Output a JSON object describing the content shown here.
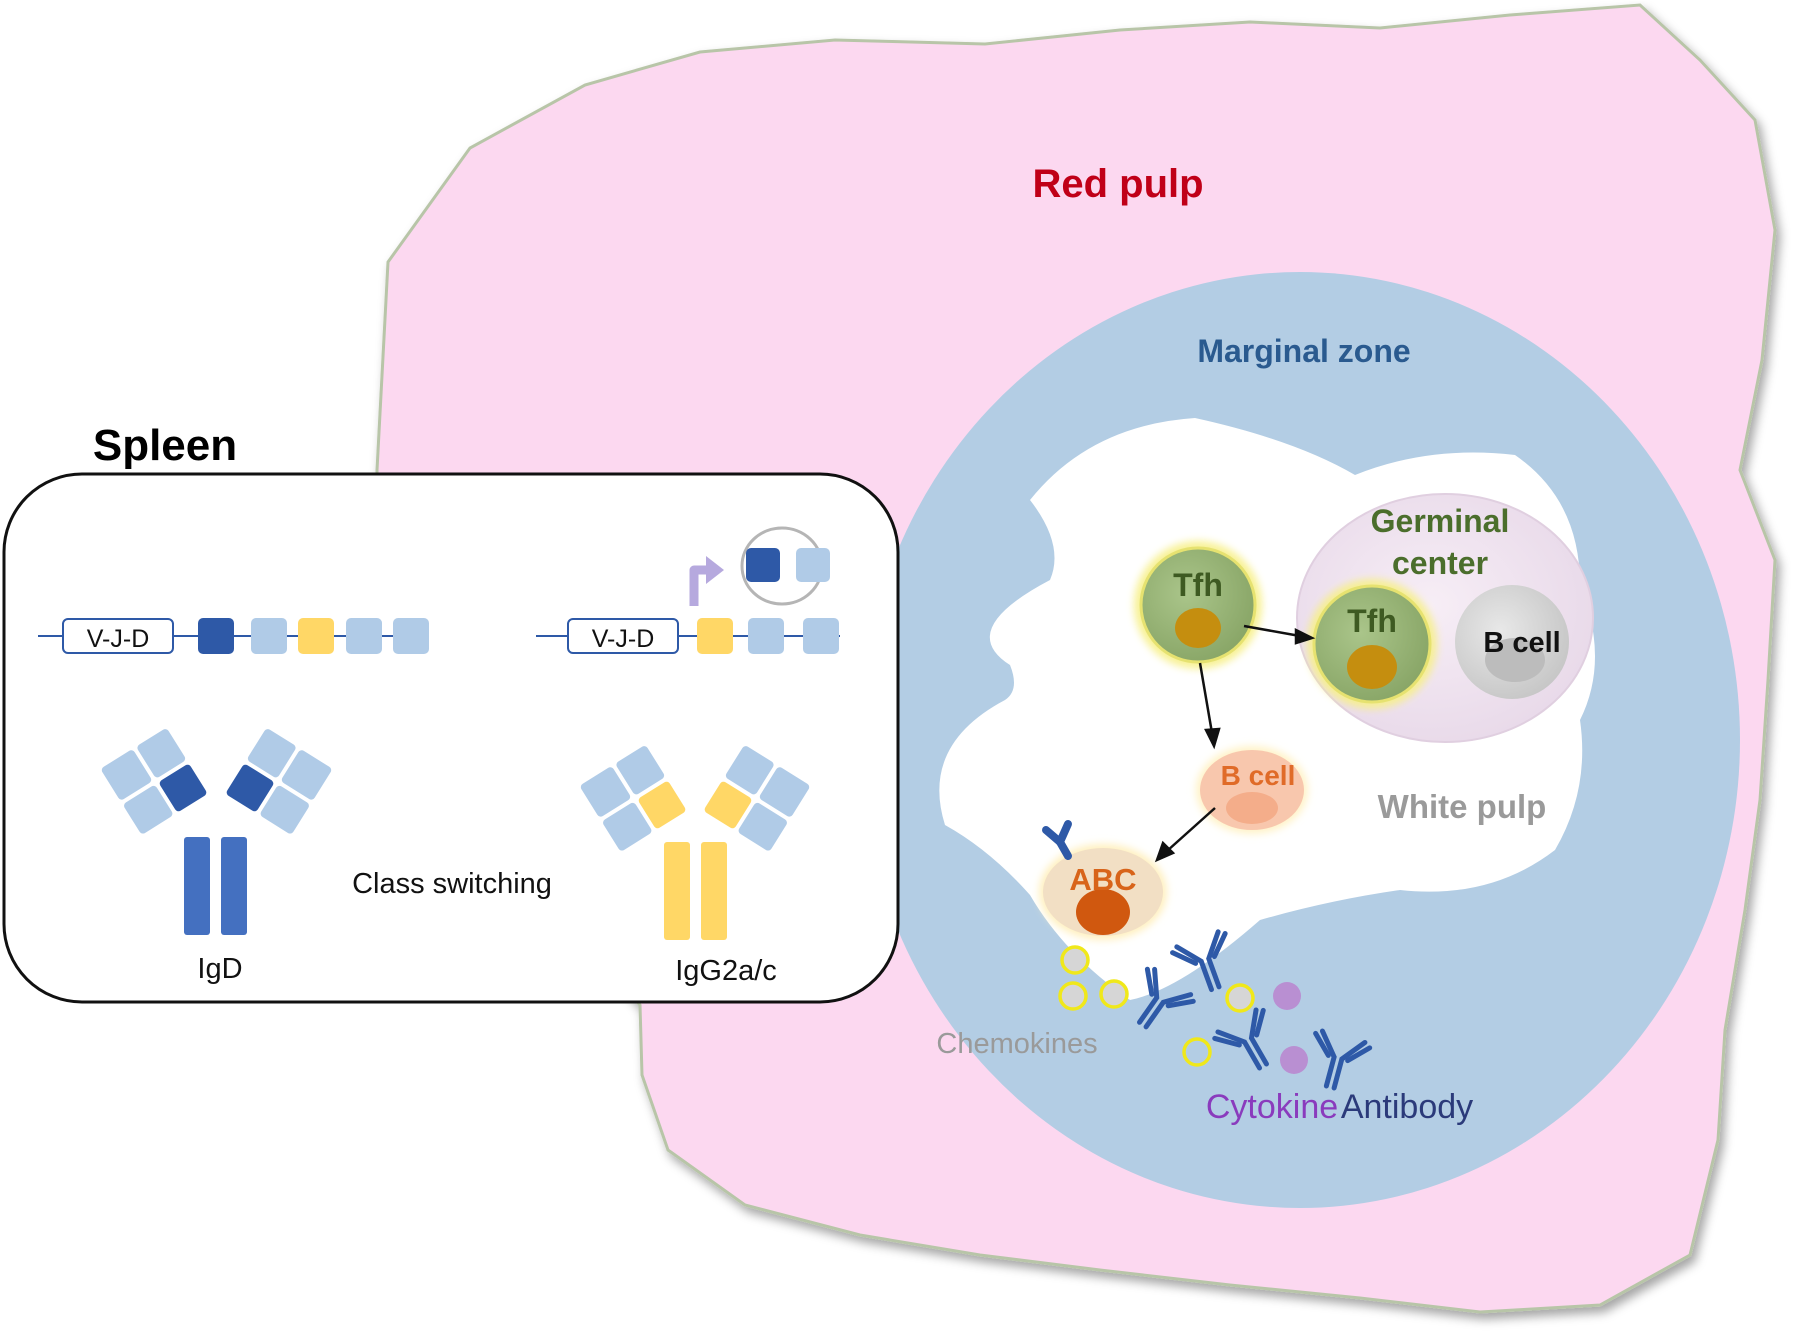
{
  "labels": {
    "red_pulp": "Red pulp",
    "marginal_zone": "Marginal zone",
    "germinal_center_line1": "Germinal",
    "germinal_center_line2": "center",
    "white_pulp": "White pulp",
    "spleen": "Spleen",
    "tfh_outer": "Tfh",
    "tfh_inner": "Tfh",
    "b_cell_gc": "B cell",
    "b_cell_wp": "B cell",
    "abc": "ABC",
    "chemokines": "Chemokines",
    "cytokine": "Cytokine",
    "antibody": "Antibody",
    "vjd_left": "V-J-D",
    "vjd_right": "V-J-D",
    "class_switching": "Class switching",
    "igd": "IgD",
    "igg2ac": "IgG2a/c"
  },
  "colors": {
    "red_pulp_fill": "#fcd8f0",
    "red_pulp_title": "#c00018",
    "marginal_zone_fill": "#b3cde4",
    "marginal_zone_title": "#2a5a8f",
    "white_pulp_fill": "#ffffff",
    "white_pulp_title": "#9a9a9a",
    "germinal_center_fill": "#efe0ef",
    "germinal_center_title": "#4b6e2c",
    "tfh_fill": "#9bb57a",
    "tfh_nucleus": "#c58e0f",
    "b_cell_gray": "#d9d9d9",
    "b_cell_orange": "#f8c7ad",
    "abc_fill": "#f2dfc4",
    "abc_nucleus": "#d0580f",
    "abc_text": "#d8641a",
    "antibody_blue": "#2e59a7",
    "light_blue_segment": "#b0cbe7",
    "yellow_segment": "#ffd766",
    "cytokine_purple": "#b98fd2",
    "cytokine_text": "#8a3bbd",
    "antibody_text": "#2b3a7a",
    "chemokine_text": "#9a9a9a",
    "chemokine_ring": "#f0e81a"
  }
}
